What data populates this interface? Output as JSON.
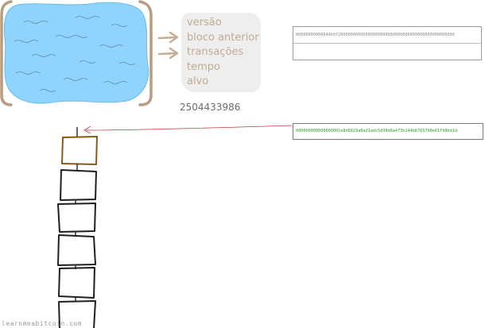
{
  "block_fields": [
    "versão",
    "bloco anterior",
    "transações",
    "tempo",
    "alvo"
  ],
  "nonce": "2504433986",
  "hash_attempts": [
    "00000000000044b9f20000000000000000000000000000000000000000000000",
    ""
  ],
  "target_hash": "000000000000000001e8d6829a8a21adc5d38d0a473b144b6765798e61f98bd1d",
  "chain": {
    "new_block_count": 1,
    "existing_block_count": 5
  },
  "credit": "learnmeabitcoin.com",
  "colors": {
    "mempool_fill": "#8fd3ff",
    "mempool_bracket": "#b79c7f",
    "field_text": "#c1aa93",
    "arrow": "#c7ad93",
    "new_block": "#8a5a13",
    "chain_block": "#1f1f1f",
    "target_arrow": "#c53b3b",
    "target_text": "#2f9a2f"
  }
}
